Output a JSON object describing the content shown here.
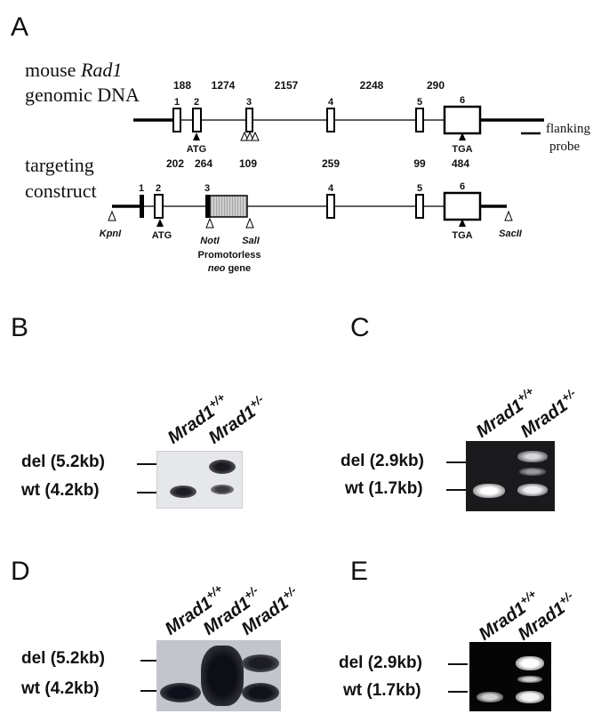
{
  "panel_a": {
    "letter": "A",
    "genomic_label_line1_prefix": "mouse ",
    "genomic_label_line1_gene": "Rad1",
    "genomic_label_line2": "genomic DNA",
    "targeting_label_line1": "targeting",
    "targeting_label_line2": "construct",
    "intron_sizes": [
      "188",
      "1274",
      "2157",
      "2248",
      "290"
    ],
    "exon_numbers": [
      "1",
      "2",
      "3",
      "4",
      "5",
      "6"
    ],
    "exon_sizes": [
      "202",
      "264",
      "109",
      "259",
      "99",
      "484"
    ],
    "atg": "ATG",
    "tga": "TGA",
    "flanking_probe_line1": "flanking",
    "flanking_probe_line2": "probe",
    "sites": {
      "kpn": "KpnI",
      "not": "NotI",
      "sal": "SalI",
      "sac": "SacII"
    },
    "neo_line1": "Promotorless",
    "neo_line2_italic": "neo",
    "neo_line2_rest": " gene"
  },
  "panels": {
    "b": {
      "letter": "B",
      "del": "del (5.2kb)",
      "wt": "wt (4.2kb)",
      "lanes": [
        "+/+",
        "+/-"
      ]
    },
    "c": {
      "letter": "C",
      "del": "del (2.9kb)",
      "wt": "wt (1.7kb)",
      "lanes": [
        "+/+",
        "+/-"
      ]
    },
    "d": {
      "letter": "D",
      "del": "del (5.2kb)",
      "wt": "wt (4.2kb)",
      "lanes": [
        "+/+",
        "+/-",
        "+/-"
      ]
    },
    "e": {
      "letter": "E",
      "del": "del (2.9kb)",
      "wt": "wt (1.7kb)",
      "lanes": [
        "+/+",
        "+/-"
      ]
    }
  },
  "lane_prefix": "Mrad1"
}
